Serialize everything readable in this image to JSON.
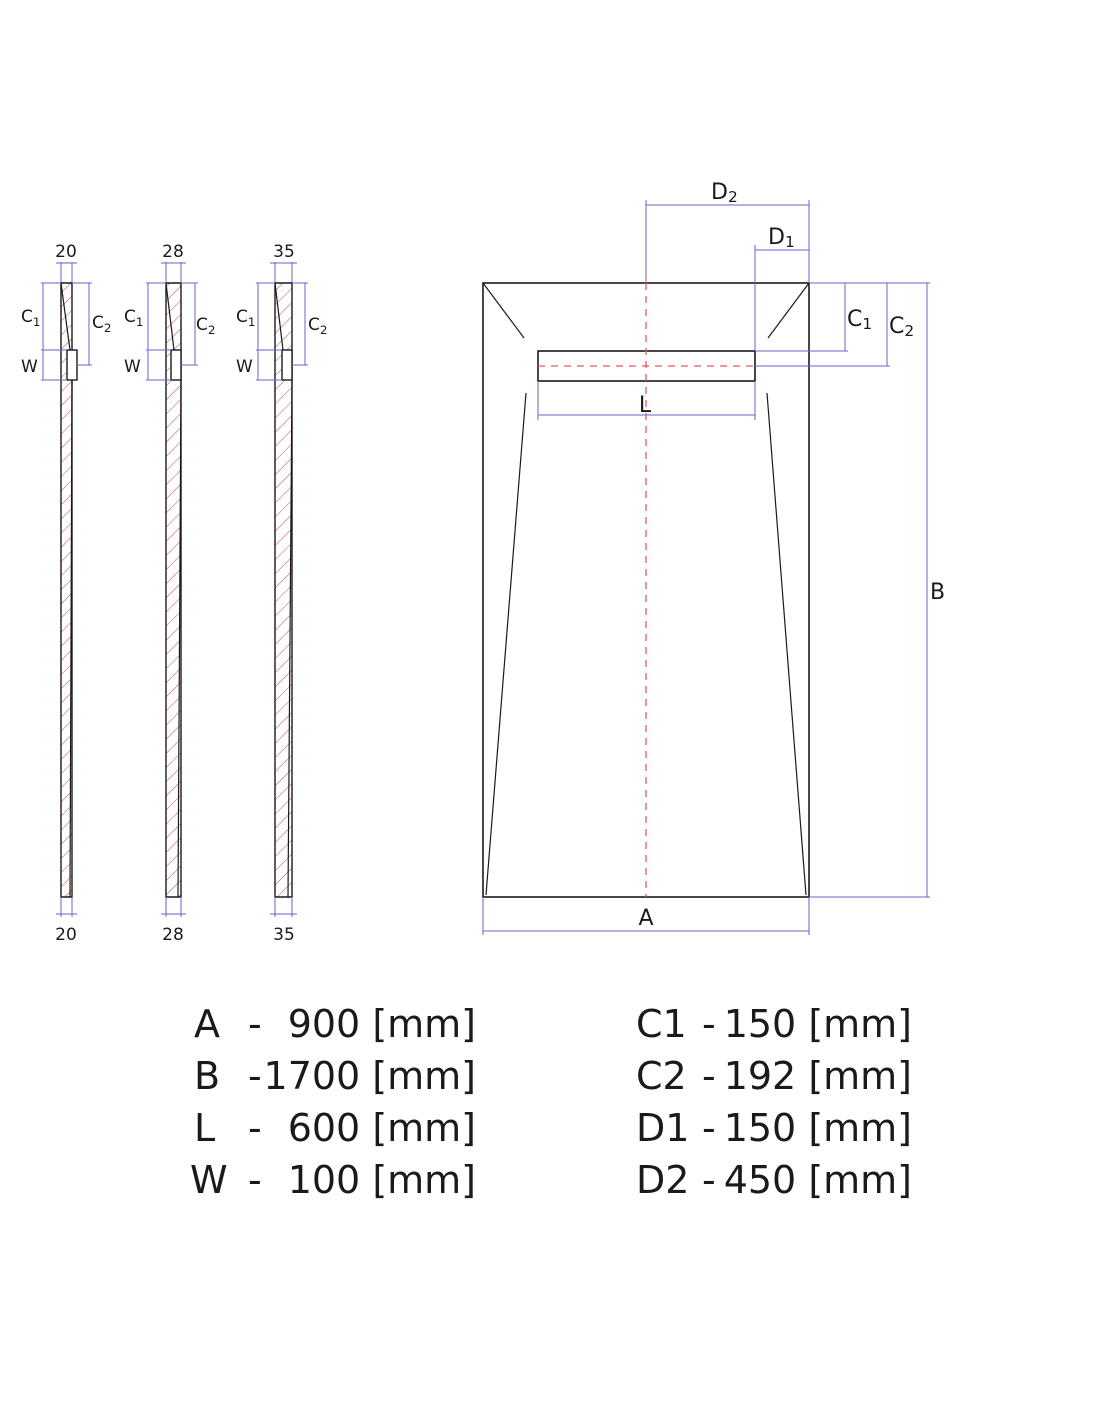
{
  "profiles": [
    {
      "top_label": "20",
      "bottom_label": "20",
      "c1_label": "C",
      "c1_sub": "1",
      "c2_label": "C",
      "c2_sub": "2",
      "w_label": "W"
    },
    {
      "top_label": "28",
      "bottom_label": "28",
      "c1_label": "C",
      "c1_sub": "1",
      "c2_label": "C",
      "c2_sub": "2",
      "w_label": "W"
    },
    {
      "top_label": "35",
      "bottom_label": "35",
      "c1_label": "C",
      "c1_sub": "1",
      "c2_label": "C",
      "c2_sub": "2",
      "w_label": "W"
    }
  ],
  "plan": {
    "d2_label": "D",
    "d2_sub": "2",
    "d1_label": "D",
    "d1_sub": "1",
    "c1_label": "C",
    "c1_sub": "1",
    "c2_label": "C",
    "c2_sub": "2",
    "l_label": "L",
    "b_label": "B",
    "a_label": "A"
  },
  "dimensions": {
    "left": [
      {
        "key": "A",
        "sep": "-",
        "value": "900 [mm]"
      },
      {
        "key": "B",
        "sep": "-",
        "value": "1700 [mm]"
      },
      {
        "key": "L",
        "sep": "-",
        "value": "600 [mm]"
      },
      {
        "key": "W",
        "sep": "-",
        "value": "100 [mm]"
      }
    ],
    "right": [
      {
        "key": "C1",
        "sep": "-",
        "value": "150 [mm]"
      },
      {
        "key": "C2",
        "sep": "-",
        "value": "192 [mm]"
      },
      {
        "key": "D1",
        "sep": "-",
        "value": "150 [mm]"
      },
      {
        "key": "D2",
        "sep": "-",
        "value": "450 [mm]"
      }
    ]
  },
  "colors": {
    "outline": "#1a1a1a",
    "dimension_line": "#6666cc",
    "centerline": "#e35a5a",
    "hatch": "#c0392b"
  }
}
